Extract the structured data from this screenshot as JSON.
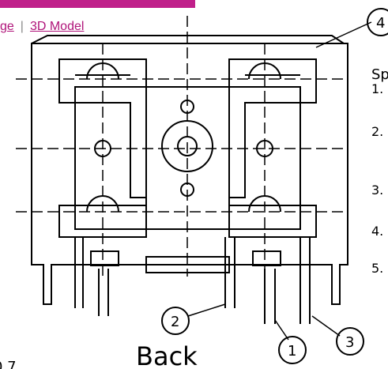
{
  "nav": {
    "link_image": "ge",
    "separator": "|",
    "link_3d_model": "3D Model"
  },
  "drawing": {
    "view_label": "Back",
    "callouts": [
      "1",
      "2",
      "3",
      "4"
    ],
    "spec_heading": "Sp",
    "spec_items": [
      "1.",
      "2.",
      "3.",
      "4.",
      "5."
    ],
    "bottom_left_text": "0.7"
  },
  "colors": {
    "accent": "#c0208a",
    "link": "#b0157a",
    "line": "#000000"
  }
}
